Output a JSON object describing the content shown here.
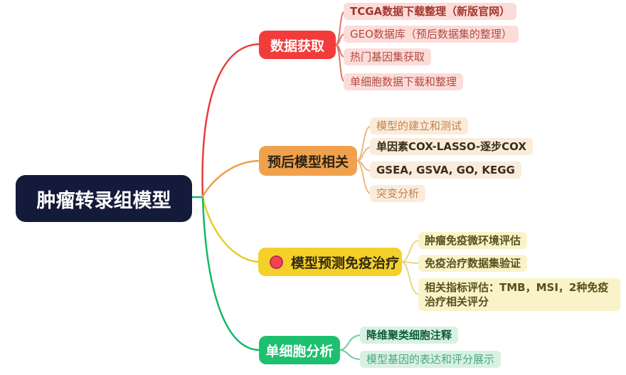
{
  "root": {
    "label": "肿瘤转录组模型"
  },
  "branches": [
    {
      "label": "数据获取",
      "color": "#f13c3b",
      "child_bg": "#fcdcd8",
      "line_color": "#e63e3b",
      "child_line_color": "#e4746b",
      "children": [
        {
          "label": "TCGA数据下载整理（新版官网）",
          "bold": true
        },
        {
          "label": "GEO数据库（预后数据集的整理）",
          "bold": false
        },
        {
          "label": "热门基因集获取",
          "bold": false
        },
        {
          "label": "单细胞数据下载和整理",
          "bold": false
        }
      ]
    },
    {
      "label": "预后模型相关",
      "color": "#f0a14d",
      "child_bg": "#f9ecdb",
      "line_color": "#eb9f4d",
      "child_line_color": "#ecb77f",
      "children": [
        {
          "label": "模型的建立和测试",
          "bold": false
        },
        {
          "label": "单因素COX-LASSO-逐步COX",
          "bold": true
        },
        {
          "label": "GSEA, GSVA, GO, KEGG",
          "bold": true
        },
        {
          "label": "突变分析",
          "bold": false
        }
      ]
    },
    {
      "label": "模型预测免疫治疗",
      "color": "#f4d02b",
      "child_bg": "#faf3ca",
      "line_color": "#e5cc2d",
      "child_line_color": "#e7d77e",
      "icon": "red-circle-icon",
      "icon_color": "#ee4456",
      "children": [
        {
          "label": "肿瘤免疫微环境评估",
          "bold": true
        },
        {
          "label": "免疫治疗数据集验证",
          "bold": true
        },
        {
          "label": "相关指标评估：TMB，MSI，2种免疫治疗相关评分",
          "bold": true
        }
      ]
    },
    {
      "label": "单细胞分析",
      "color": "#1dc06f",
      "child_bg": "#d8f1e2",
      "line_color": "#12b96b",
      "child_line_color": "#74c9a0",
      "children": [
        {
          "label": "降维聚类细胞注释",
          "bold": true
        },
        {
          "label": "模型基因的表达和评分展示",
          "bold": false
        }
      ]
    }
  ],
  "colors": {
    "background": "#ffffff",
    "root_bg": "#141a39",
    "root_text": "#ffffff"
  }
}
